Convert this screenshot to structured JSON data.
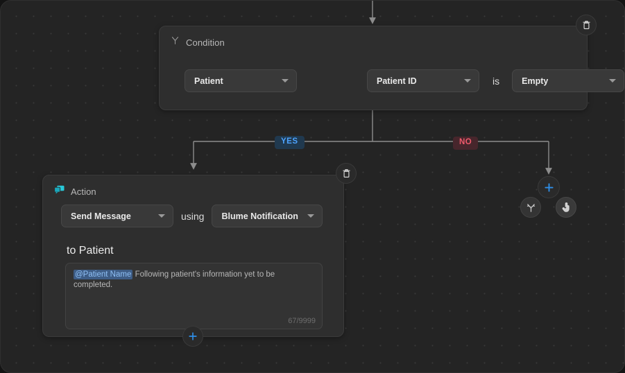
{
  "canvas": {
    "background_color": "#242424",
    "grid_dot_color": "#3a3a3a",
    "accent_color": "#2f8fe8"
  },
  "condition_node": {
    "icon": "branch-icon",
    "title": "Condition",
    "entity_select": {
      "value": "Patient",
      "icon": "chevron-down-icon"
    },
    "field_select": {
      "value": "Patient ID",
      "icon": "chevron-down-icon"
    },
    "operator_label": "is",
    "operator_select": {
      "value": "Empty",
      "icon": "chevron-down-icon"
    },
    "delete_button": {
      "icon": "trash-icon"
    }
  },
  "branches": [
    {
      "label": "YES",
      "text_color": "#4da3ff",
      "background_color": "#20394f"
    },
    {
      "label": "NO",
      "text_color": "#ef5a6b",
      "background_color": "#47262c"
    }
  ],
  "action_node": {
    "icon": "chat-bubble-icon",
    "title": "Action",
    "action_select": {
      "value": "Send Message",
      "icon": "chevron-down-icon"
    },
    "using_label": "using",
    "channel_select": {
      "value": "Blume Notification",
      "icon": "chevron-down-icon"
    },
    "recipient_label": "to Patient",
    "message": {
      "token": "@Patient Name",
      "body": "Following patient's information yet to be completed.",
      "counter": "67/9999",
      "max_length": 9999,
      "current_length": 67
    },
    "delete_button": {
      "icon": "trash-icon"
    },
    "add_button": {
      "icon": "plus-icon",
      "label": "+"
    }
  },
  "no_branch_controls": {
    "add_button": {
      "icon": "plus-icon",
      "label": "+"
    },
    "branch_button": {
      "icon": "branch-split-icon"
    },
    "tap_button": {
      "icon": "tap-hand-icon"
    }
  }
}
